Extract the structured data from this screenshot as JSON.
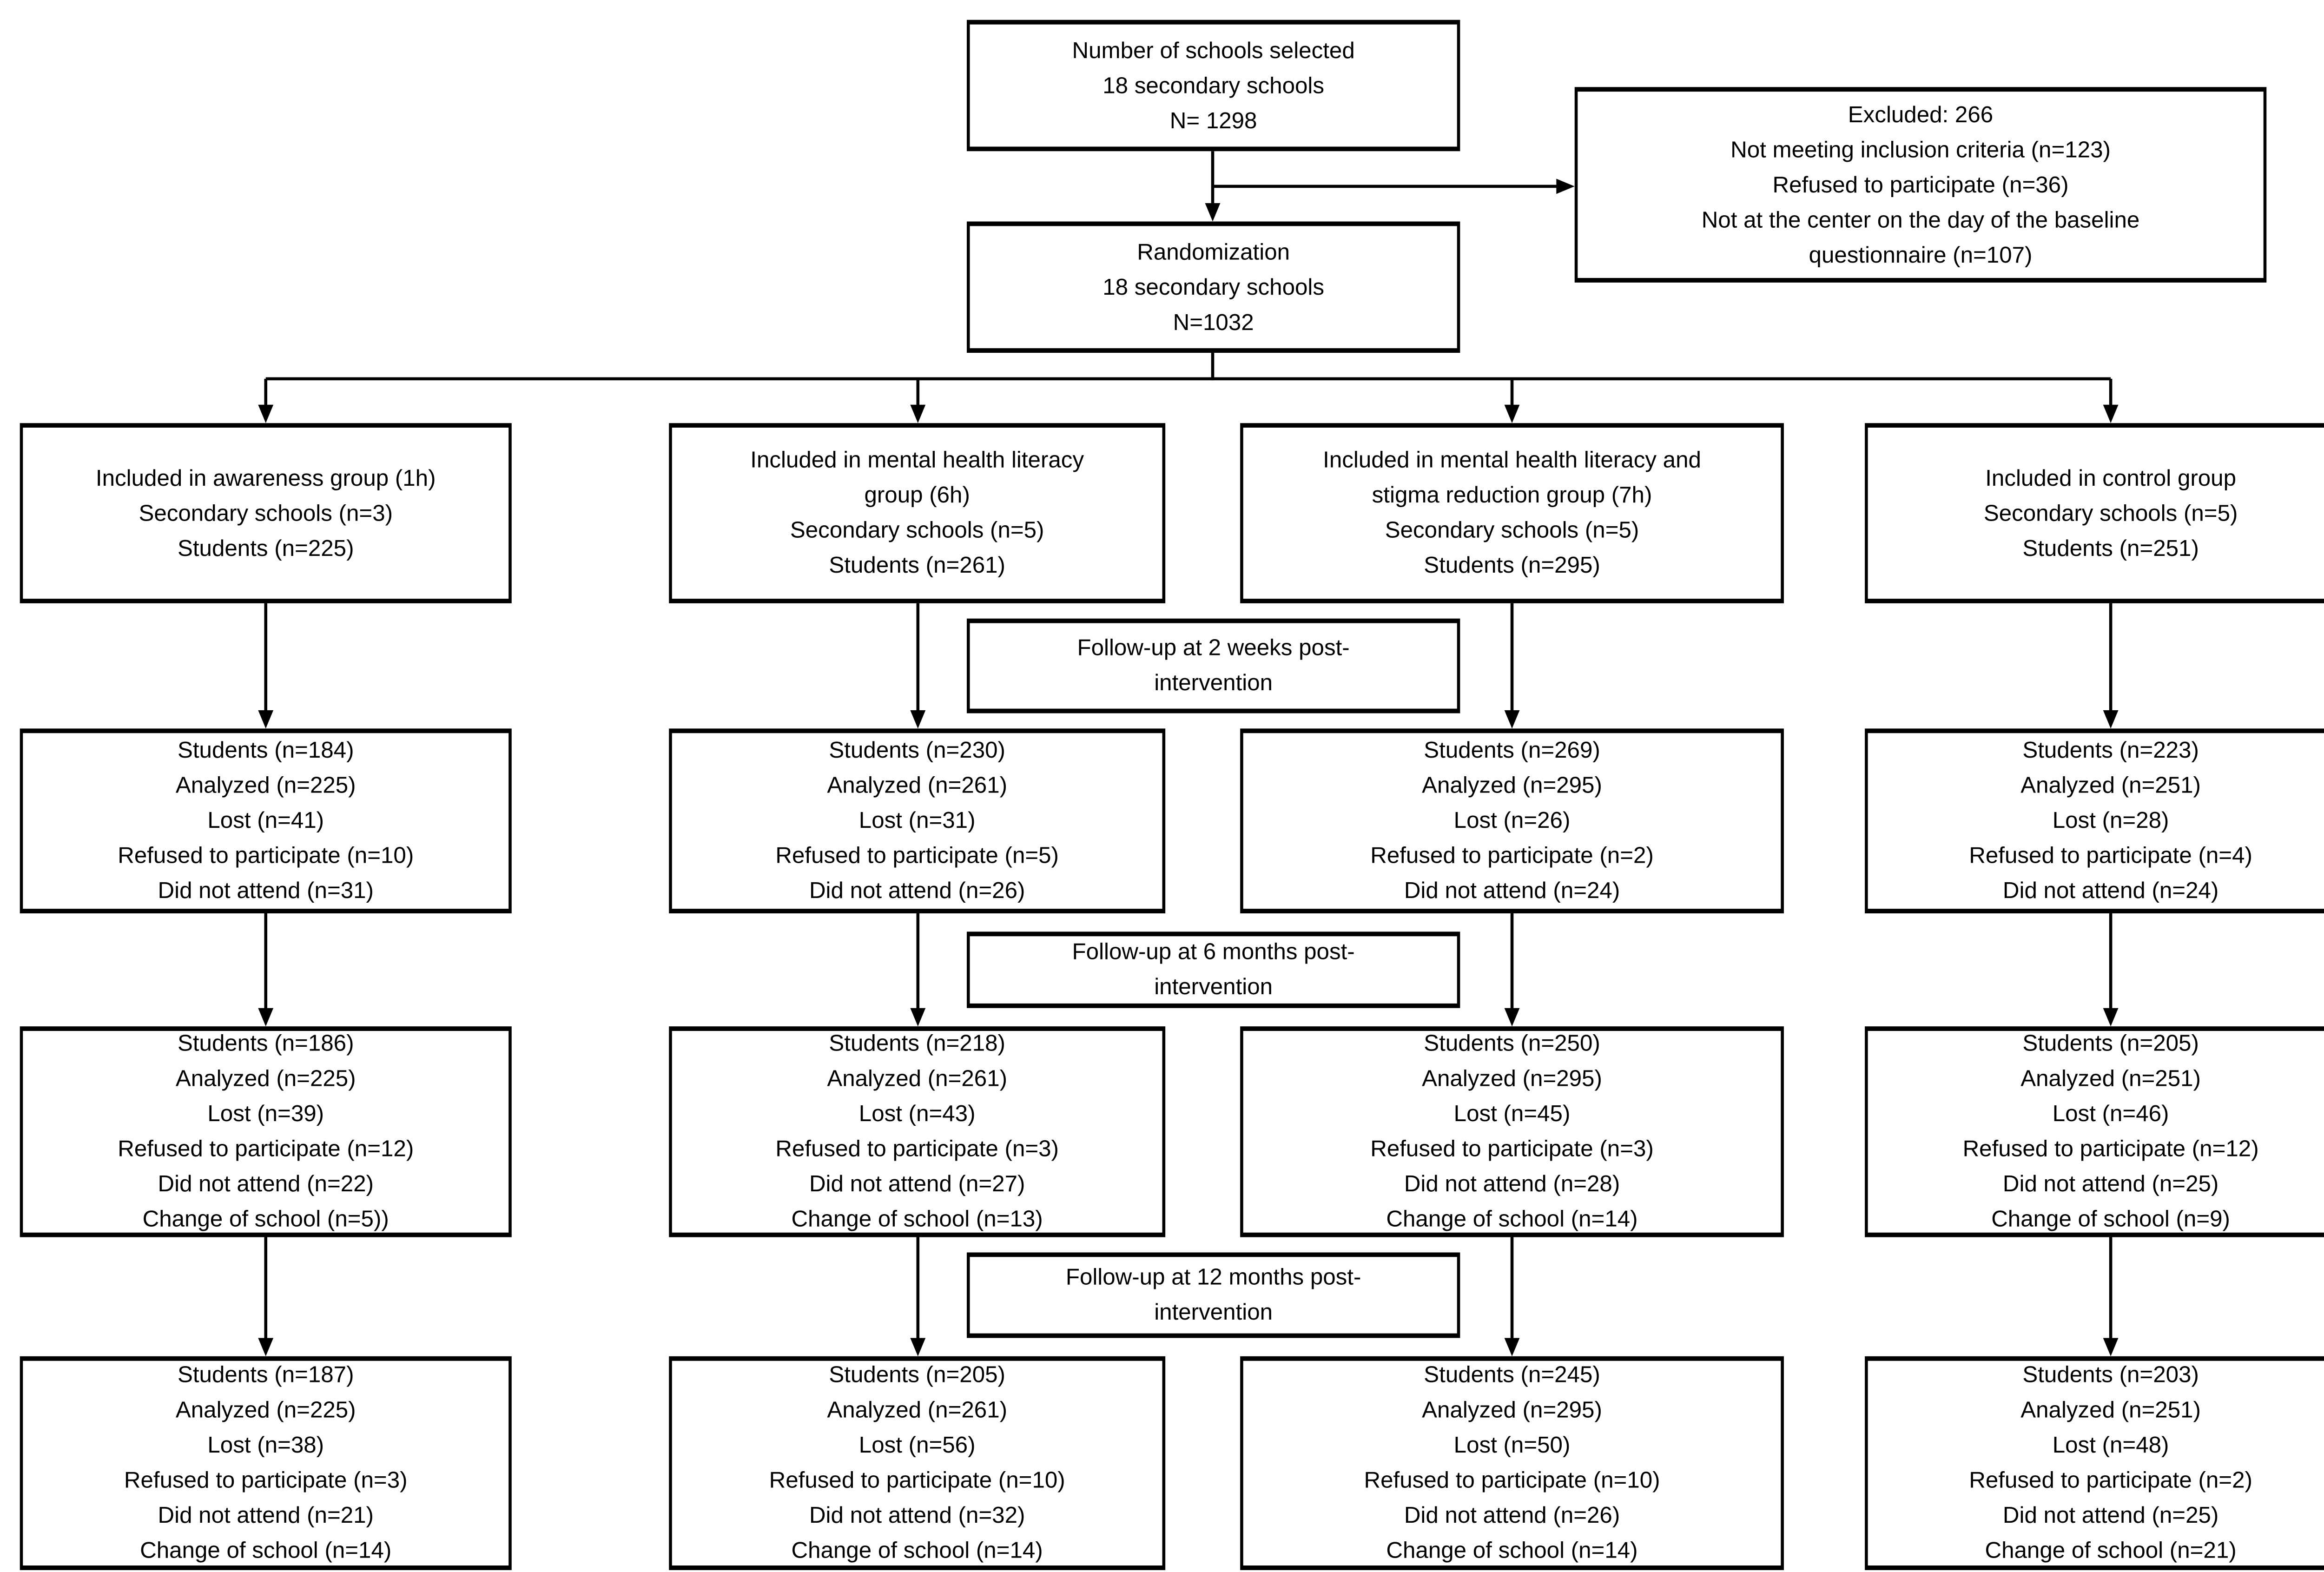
{
  "diagram": {
    "enrollment": {
      "selected": {
        "lines": [
          "Number of schools selected",
          "18 secondary schools",
          "N= 1298"
        ]
      },
      "excluded": {
        "lines": [
          "Excluded: 266",
          "Not meeting inclusion criteria (n=123)",
          "Refused to participate (n=36)",
          "Not at the center on the day of the baseline",
          "questionnaire (n=107)"
        ]
      },
      "randomization": {
        "lines": [
          "Randomization",
          "18 secondary schools",
          "N=1032"
        ]
      }
    },
    "milestones": [
      {
        "id": "2-weeks",
        "lines": [
          "Follow-up at 2 weeks post-",
          "intervention"
        ]
      },
      {
        "id": "6-months",
        "lines": [
          "Follow-up at 6 months post-",
          "intervention"
        ]
      },
      {
        "id": "12-months",
        "lines": [
          "Follow-up at 12 months post-",
          "intervention"
        ]
      }
    ],
    "groups": [
      {
        "id": "awareness",
        "allocation": {
          "lines": [
            "Included in awareness group (1h)",
            "Secondary schools (n=3)",
            "Students (n=225)"
          ]
        },
        "followup_2w": {
          "lines": [
            "Students (n=184)",
            "Analyzed (n=225)",
            "Lost (n=41)",
            "Refused to participate (n=10)",
            "Did not attend (n=31)"
          ]
        },
        "followup_6m": {
          "lines": [
            "Students (n=186)",
            "Analyzed (n=225)",
            "Lost (n=39)",
            "Refused to participate (n=12)",
            "Did not attend (n=22)",
            "Change of school (n=5))"
          ]
        },
        "followup_12m": {
          "lines": [
            "Students (n=187)",
            "Analyzed (n=225)",
            "Lost (n=38)",
            "Refused to participate (n=3)",
            "Did not attend (n=21)",
            "Change of school (n=14)"
          ]
        }
      },
      {
        "id": "mental-health-literacy",
        "allocation": {
          "lines": [
            "Included in mental health literacy",
            "group (6h)",
            "Secondary schools (n=5)",
            "Students (n=261)"
          ]
        },
        "followup_2w": {
          "lines": [
            "Students (n=230)",
            "Analyzed (n=261)",
            "Lost (n=31)",
            "Refused to participate (n=5)",
            "Did not attend (n=26)"
          ]
        },
        "followup_6m": {
          "lines": [
            "Students (n=218)",
            "Analyzed (n=261)",
            "Lost (n=43)",
            "Refused to participate (n=3)",
            "Did not attend (n=27)",
            "Change of school (n=13)"
          ]
        },
        "followup_12m": {
          "lines": [
            "Students (n=205)",
            "Analyzed (n=261)",
            "Lost (n=56)",
            "Refused to participate (n=10)",
            "Did not attend (n=32)",
            "Change of school (n=14)"
          ]
        }
      },
      {
        "id": "mhl-stigma-reduction",
        "allocation": {
          "lines": [
            "Included in mental health literacy and",
            "stigma reduction group (7h)",
            "Secondary schools (n=5)",
            "Students (n=295)"
          ]
        },
        "followup_2w": {
          "lines": [
            "Students (n=269)",
            "Analyzed (n=295)",
            "Lost (n=26)",
            "Refused to participate (n=2)",
            "Did not attend (n=24)"
          ]
        },
        "followup_6m": {
          "lines": [
            "Students (n=250)",
            "Analyzed (n=295)",
            "Lost (n=45)",
            "Refused to participate (n=3)",
            "Did not attend (n=28)",
            "Change of school (n=14)"
          ]
        },
        "followup_12m": {
          "lines": [
            "Students (n=245)",
            "Analyzed (n=295)",
            "Lost (n=50)",
            "Refused to participate (n=10)",
            "Did not attend (n=26)",
            "Change of school (n=14)"
          ]
        }
      },
      {
        "id": "control",
        "allocation": {
          "lines": [
            "Included in control group",
            "Secondary schools (n=5)",
            "Students (n=251)"
          ]
        },
        "followup_2w": {
          "lines": [
            "Students (n=223)",
            "Analyzed (n=251)",
            "Lost (n=28)",
            "Refused to participate (n=4)",
            "Did not attend (n=24)"
          ]
        },
        "followup_6m": {
          "lines": [
            "Students (n=205)",
            "Analyzed (n=251)",
            "Lost (n=46)",
            "Refused to participate (n=12)",
            "Did not attend (n=25)",
            "Change of school (n=9)"
          ]
        },
        "followup_12m": {
          "lines": [
            "Students (n=203)",
            "Analyzed (n=251)",
            "Lost (n=48)",
            "Refused to participate (n=2)",
            "Did not attend (n=25)",
            "Change of school (n=21)"
          ]
        }
      }
    ]
  },
  "colors": {
    "box_border": "#000000",
    "box_background": "#ffffff",
    "connector": "#000000",
    "text": "#000000",
    "page_background": "#ffffff"
  }
}
